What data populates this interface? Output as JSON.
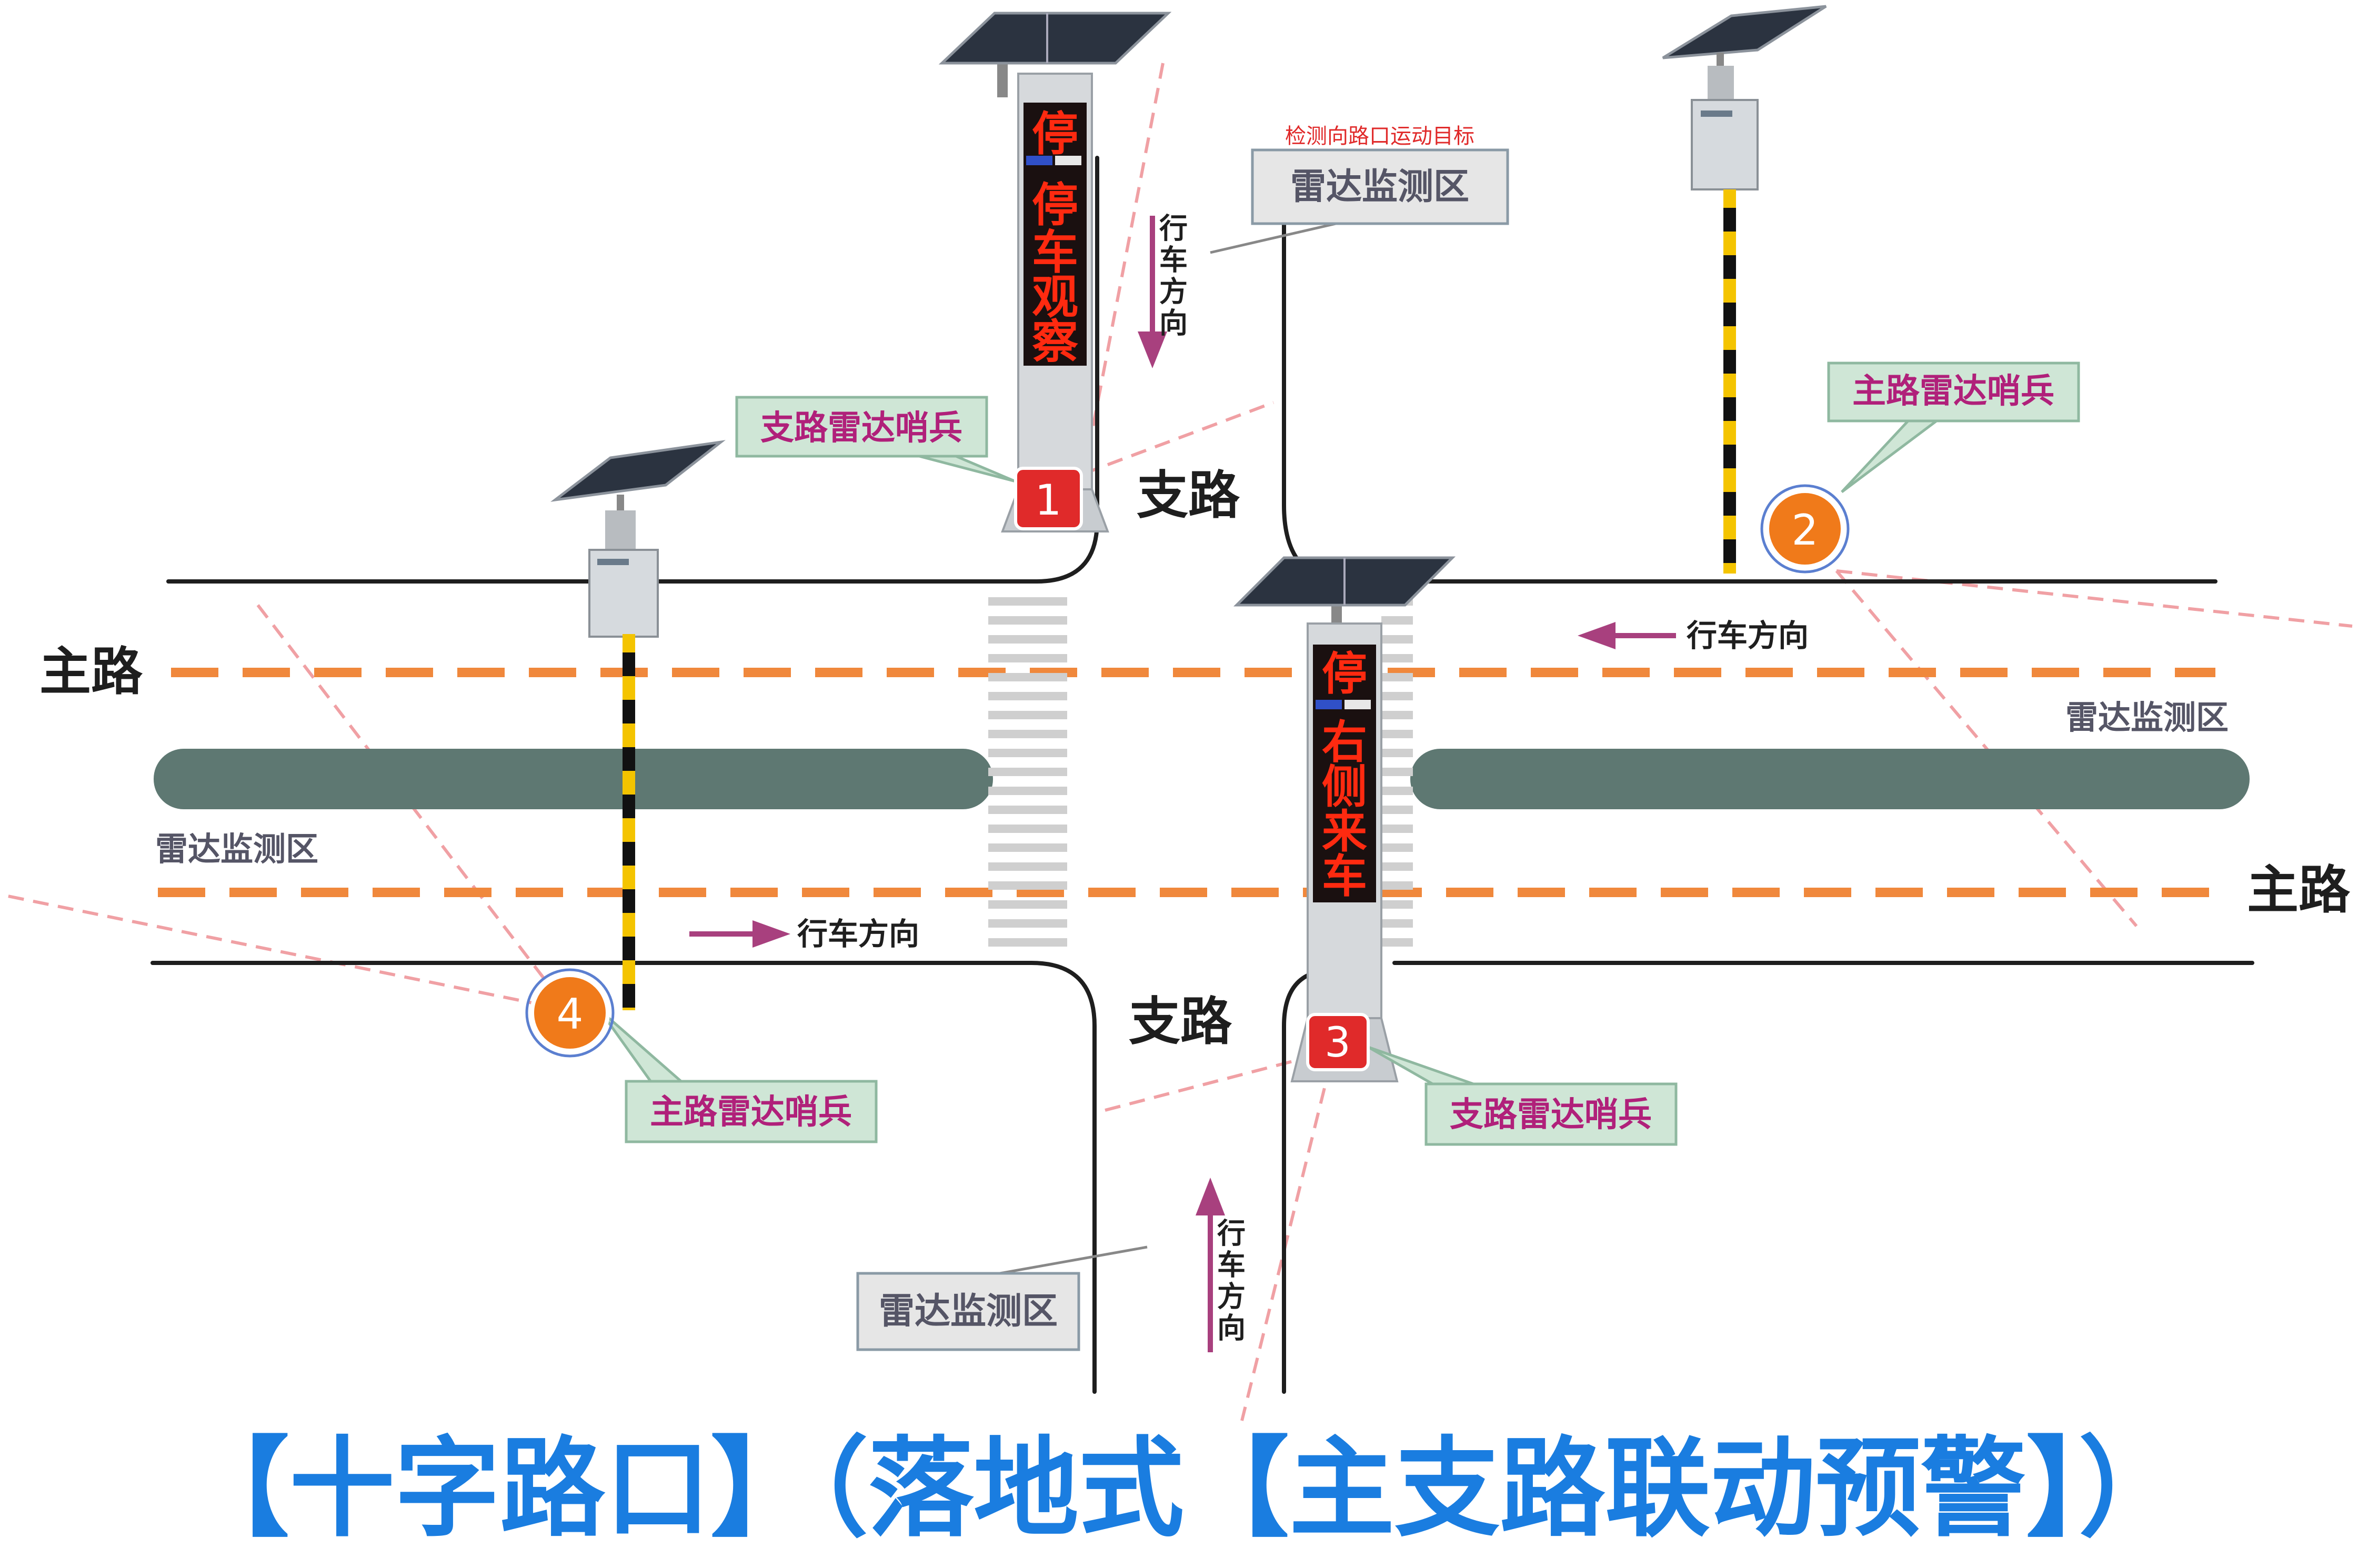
{
  "title": "【十字路口】（落地式【主支路联动预警】）",
  "colors": {
    "road_line": "#1e1e1e",
    "lane_dash": "#f0883c",
    "median": "#5e7872",
    "radar_line": "#f0a0a4",
    "arrow": "#a8407e",
    "callout_bg": "#cfe6d6",
    "callout_text": "#b0207a",
    "label_bg": "#e6e6e6",
    "label_text": "#555566",
    "badge_red": "#e02a2a",
    "badge_orange": "#f07a1a",
    "led_red": "#ff2a10",
    "title_blue": "#1a7de0"
  },
  "road_labels": {
    "main_left": "主路",
    "main_right": "主路",
    "branch_top": "支路",
    "branch_bottom": "支路"
  },
  "direction_labels": {
    "top": "行车方向",
    "bottom": "行车方向",
    "right": "行车方向",
    "left": "行车方向"
  },
  "radar_zones": {
    "top": "雷达监测区",
    "bottom": "雷达监测区",
    "right": "雷达监测区",
    "left": "雷达监测区",
    "top_note": "检测向路口运动目标"
  },
  "devices": [
    {
      "number": "1",
      "callout": "支路雷达哨兵",
      "badge": "red"
    },
    {
      "number": "2",
      "callout": "主路雷达哨兵",
      "badge": "orange"
    },
    {
      "number": "3",
      "callout": "支路雷达哨兵",
      "badge": "red"
    },
    {
      "number": "4",
      "callout": "主路雷达哨兵",
      "badge": "orange"
    }
  ],
  "led_signs": {
    "top": [
      "停",
      "停",
      "车",
      "观",
      "察"
    ],
    "bottom": [
      "停",
      "右",
      "侧",
      "来",
      "车"
    ]
  },
  "icons": [
    "solar-panel-icon",
    "radar-box-icon",
    "arrow-icon"
  ]
}
